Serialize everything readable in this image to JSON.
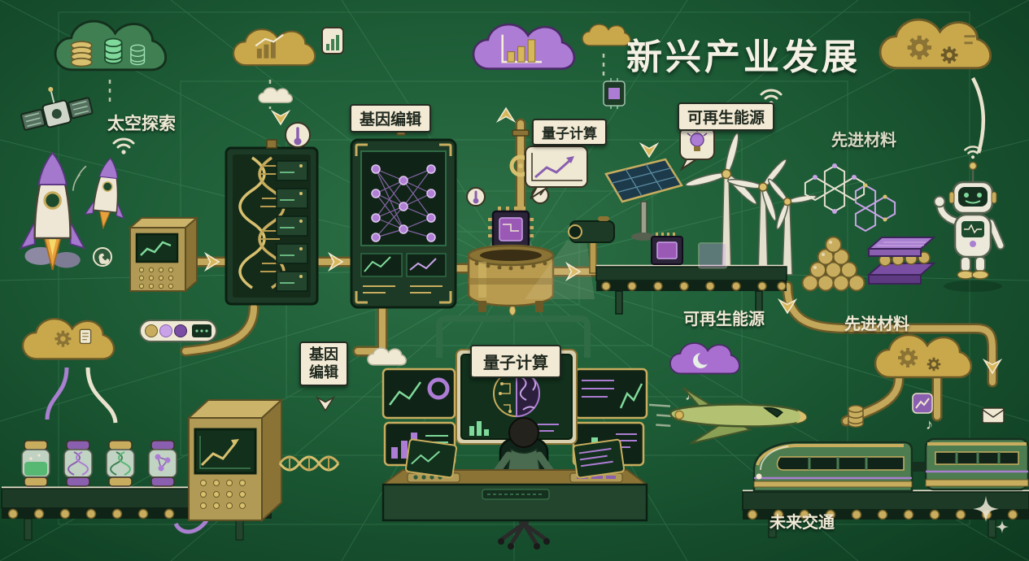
{
  "title": "新兴产业发展",
  "labels": {
    "space": "太空探索",
    "gene_edit_top": "基因编辑",
    "quantum_top": "量子计算",
    "renewable_top": "可再生能源",
    "materials_top": "先进材料",
    "renewable_mid": "可再生能源",
    "materials_mid": "先进材料",
    "gene_edit_side_line1": "基因",
    "gene_edit_side_line2": "编辑",
    "quantum_center": "量子计算",
    "future_transport": "未来交通"
  },
  "icons": {
    "music_note": "♪"
  },
  "palette": {
    "background_deep_green": "#0d3a20",
    "background_green": "#1d5c36",
    "grid_green": "#79c695",
    "gold": "#b99b4f",
    "light_gold": "#d8c06e",
    "khaki": "#b09a55",
    "purple": "#a973cf",
    "light_purple": "#c9a3e8",
    "cream": "#f0e8d2",
    "panel_dark_green": "#16301f",
    "screen_green": "#7fd99a"
  },
  "icon_names": [
    "satellite-icon",
    "rocket-icon",
    "cloud-icon",
    "coin-stack-icon",
    "database-icon",
    "bar-chart-icon",
    "line-chart-icon",
    "gear-icon",
    "wifi-icon",
    "thermometer-icon",
    "gauge-icon",
    "valve-icon",
    "lightbulb-icon",
    "dna-icon",
    "neural-network-icon",
    "chip-icon",
    "solar-panel-icon",
    "wind-turbine-icon",
    "molecule-icon",
    "nanoparticle-icon",
    "robot-icon",
    "test-tube-icon",
    "brain-icon",
    "airplane-icon",
    "train-icon",
    "arrow-icon",
    "music-note-icon",
    "envelope-icon",
    "sparkle-icon",
    "phone-icon",
    "crescent-icon"
  ]
}
